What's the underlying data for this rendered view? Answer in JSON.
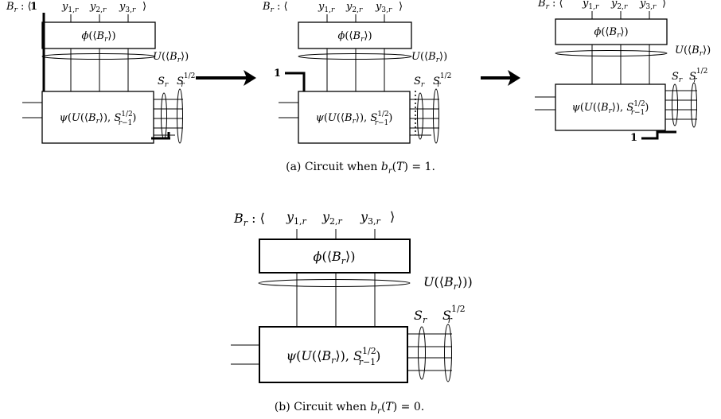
{
  "figure": {
    "register_label": "B_r : ⟨",
    "register_close": "⟩",
    "qubits": [
      "y1,r",
      "y2,r",
      "y3,r"
    ],
    "phi_box": "ϕ(⟨B_r⟩)",
    "psi_box": "ψ(U(⟨B_r⟩), S^{1/2}_{r−1})",
    "u_label": "U(⟨B_r⟩)",
    "s_label": "S_r",
    "s_half_label": "S_r^{1/2}",
    "bit_one": "1",
    "caption_a": "(a) Circuit when b_r(T) = 1.",
    "caption_b": "(b) Circuit when b_r(T) = 0."
  }
}
